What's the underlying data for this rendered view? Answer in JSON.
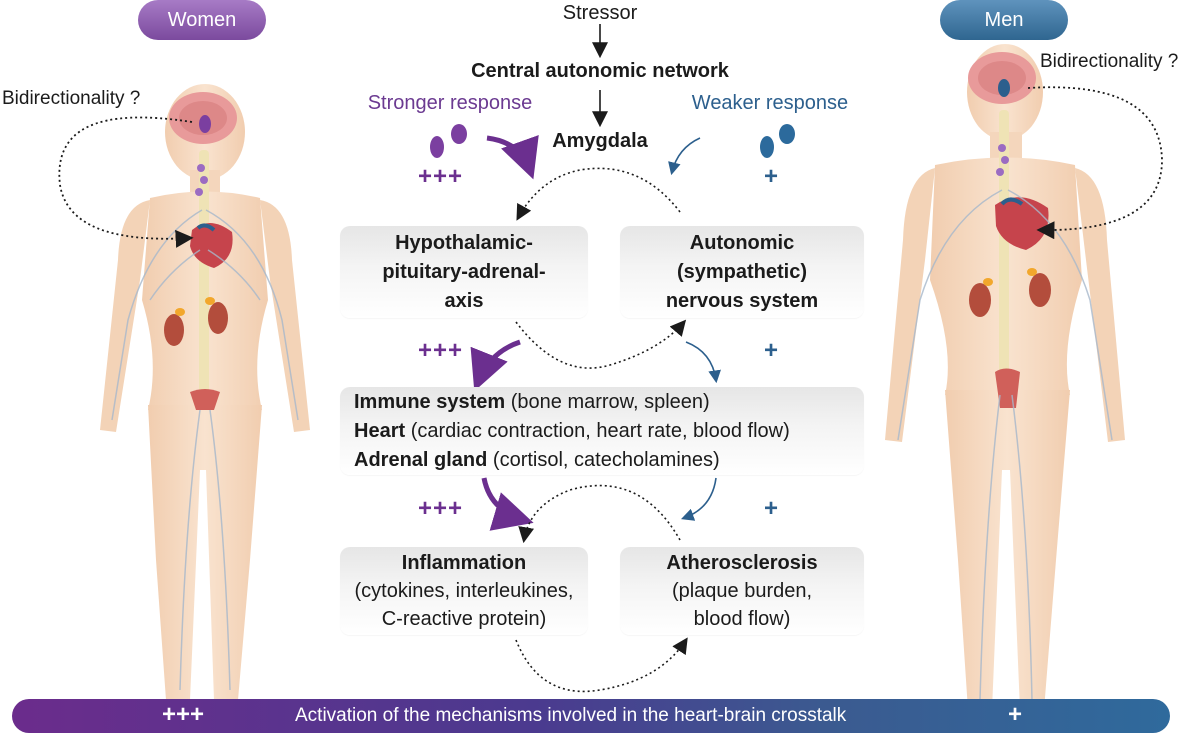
{
  "labels": {
    "women": "Women",
    "men": "Men",
    "stressor": "Stressor",
    "central_network": "Central autonomic network",
    "stronger_response": "Stronger response",
    "weaker_response": "Weaker response",
    "amygdala": "Amygdala",
    "bidirectionality": "Bidirectionality ?"
  },
  "plus": {
    "strong": "+++",
    "weak": "+"
  },
  "boxes": {
    "hpa": {
      "line1": "Hypothalamic-",
      "line2": "pituitary-adrenal-",
      "line3": "axis"
    },
    "ans": {
      "line1": "Autonomic",
      "line2": "(sympathetic)",
      "line3": "nervous system"
    },
    "organs": {
      "immune_bold": "Immune system",
      "immune_rest": " (bone marrow, spleen)",
      "heart_bold": "Heart",
      "heart_rest": " (cardiac contraction, heart rate, blood flow)",
      "adrenal_bold": "Adrenal gland",
      "adrenal_rest": " (cortisol, catecholamines)"
    },
    "inflammation": {
      "title": "Inflammation",
      "line2": "(cytokines, interleukines,",
      "line3": "C-reactive protein)"
    },
    "atherosclerosis": {
      "title": "Atherosclerosis",
      "line2": "(plaque burden,",
      "line3": "blood flow)"
    }
  },
  "bottom_bar": {
    "left": "+++",
    "text": "Activation of the mechanisms involved in the heart-brain crosstalk",
    "right": "+"
  },
  "colors": {
    "women": "#6b2f8f",
    "men": "#2c5f8d",
    "skin": "#f6d9bf",
    "nerve": "#9fb3c8"
  }
}
